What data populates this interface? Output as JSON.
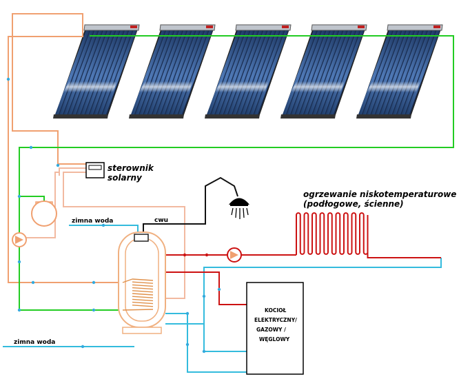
{
  "labels": {
    "controller_line1": "sterownik",
    "controller_line2": "solarny",
    "heating_line1": "ogrzewanie niskotemperaturowe",
    "heating_line2": "(podłogowe, ścienne)",
    "cold_water_top": "zimna woda",
    "cold_water_bottom": "zimna woda",
    "hot_water": "cwu",
    "boiler_line1": "KOCIOŁ",
    "boiler_line2": "ELEKTRYCZNY/",
    "boiler_line3": "GAZOWY /",
    "boiler_line4": "WĘGLOWY"
  },
  "colors": {
    "pipe_hot_solar": "#f0a070",
    "pipe_return_solar": "#22cc22",
    "pipe_heating_supply": "#cc1111",
    "pipe_heating_return": "#33aadd",
    "pipe_cold_water": "#33bbdd",
    "pipe_hot_water": "#111111",
    "pipe_controller": "#f2b9a0",
    "panel_frame": "#222222",
    "panel_tube": "#2b4f86",
    "boiler_outline": "#000000",
    "tank_outline": "#f0b080"
  },
  "panels": [
    {
      "name": "solar-panel-1"
    },
    {
      "name": "solar-panel-2"
    },
    {
      "name": "solar-panel-3"
    },
    {
      "name": "solar-panel-4"
    },
    {
      "name": "solar-panel-5"
    }
  ]
}
